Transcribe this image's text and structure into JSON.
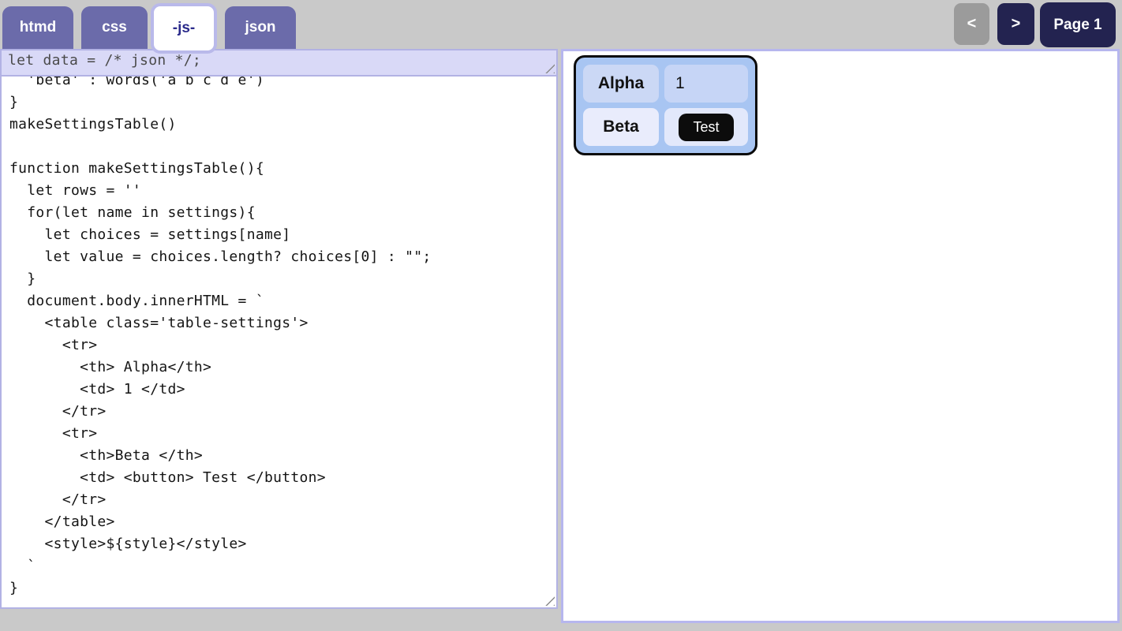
{
  "tabs": {
    "items": [
      {
        "label": "htmd",
        "active": false
      },
      {
        "label": "css",
        "active": false
      },
      {
        "label": "-js-",
        "active": true
      },
      {
        "label": "json",
        "active": false
      }
    ]
  },
  "pager": {
    "prev_label": "<",
    "next_label": ">",
    "page_label": "Page 1"
  },
  "editors": {
    "data_line": "let data = /* json */;",
    "js_code": "  'beta' : words('a b c d e')\n}\nmakeSettingsTable()\n\nfunction makeSettingsTable(){\n  let rows = ''\n  for(let name in settings){\n    let choices = settings[name]\n    let value = choices.length? choices[0] : \"\";\n  }\n  document.body.innerHTML = `\n    <table class='table-settings'>\n      <tr>\n        <th> Alpha</th>\n        <td> 1 </td>\n      </tr>\n      <tr>\n        <th>Beta </th>\n        <td> <button> Test </button>\n      </tr>\n    </table>\n    <style>${style}</style>\n  `\n}"
  },
  "preview": {
    "rows": [
      {
        "header": "Alpha",
        "value": "1",
        "value_kind": "text"
      },
      {
        "header": "Beta",
        "value": "Test",
        "value_kind": "button"
      }
    ]
  },
  "colors": {
    "page_bg": "#c9c9c9",
    "tab_bg": "#6b6baa",
    "tab_active_text": "#2b2b8b",
    "accent_border": "#b2b2e4",
    "editor_top_bg": "#d9d9f7",
    "nav_dark": "#232350",
    "nav_disabled": "#9b9b9b",
    "preview_table_bg": "#a8c5f2",
    "test_button_bg": "#0c0c0c"
  }
}
